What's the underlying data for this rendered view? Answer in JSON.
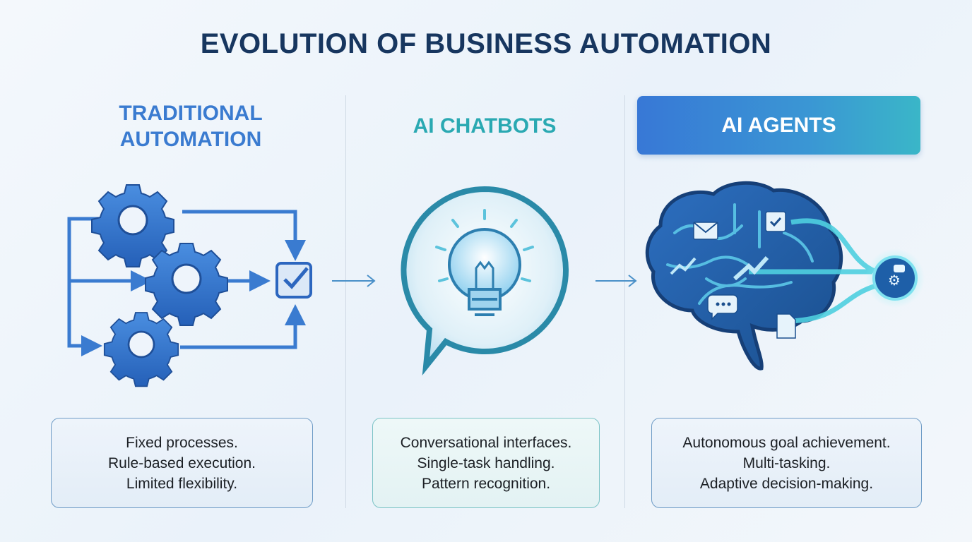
{
  "title": "EVOLUTION OF BUSINESS AUTOMATION",
  "columns": [
    {
      "heading_line1": "TRADITIONAL",
      "heading_line2": "AUTOMATION",
      "lines": [
        "Fixed processes.",
        "Rule-based execution.",
        "Limited flexibility."
      ],
      "illustration": "gears-flow-checkbox-icon"
    },
    {
      "heading": "AI CHATBOTS",
      "lines": [
        "Conversational interfaces.",
        "Single-task handling.",
        "Pattern recognition."
      ],
      "illustration": "lightbulb-speech-bubble-icon"
    },
    {
      "heading": "AI AGENTS",
      "lines": [
        "Autonomous goal achievement.",
        "Multi-tasking.",
        "Adaptive decision-making."
      ],
      "illustration": "circuit-brain-icon"
    }
  ],
  "colors": {
    "title": "#17365f",
    "traditional": "#3a7bd0",
    "chatbots": "#2aa9b2",
    "agents_start": "#3878d6",
    "agents_end": "#3ab6c8"
  }
}
